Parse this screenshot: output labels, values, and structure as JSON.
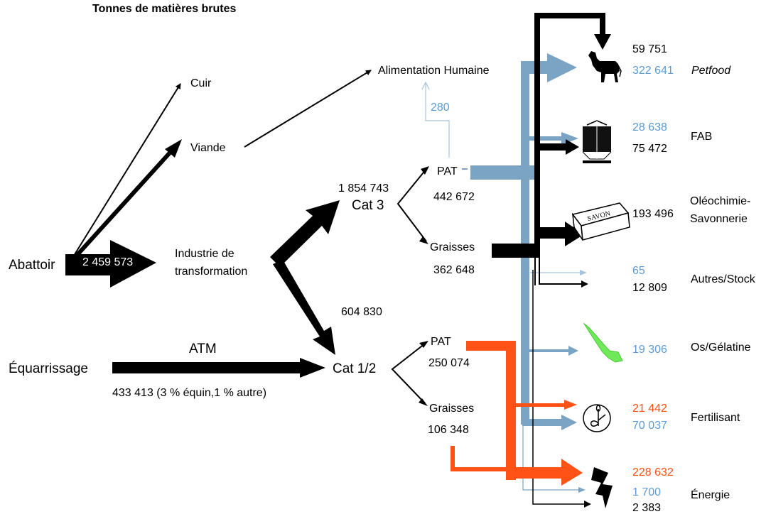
{
  "title": "Tonnes de matières brutes",
  "colors": {
    "cat3_flow": "#7aa3c4",
    "cat12_flow": "#ff5216",
    "black_flow": "#000000",
    "blue_text": "#5b9bd5",
    "orange_text": "#ff4f12"
  },
  "sources": {
    "abattoir": "Abattoir",
    "abattoir_value": "2 459 573",
    "equarrissage": "Équarrissage",
    "atm_label": "ATM",
    "atm_value": "433 413 (3 % équin,1 % autre)"
  },
  "intermediates": {
    "cuir": "Cuir",
    "viande": "Viande",
    "alimentation_humaine": "Alimentation Humaine",
    "alimentation_humaine_value": "280",
    "industrie": "Industrie de",
    "industrie_line2": "transformation",
    "cat3_value": "1 854 743",
    "cat3": "Cat 3",
    "cat12_value": "604 830",
    "cat12": "Cat 1/2"
  },
  "cat3_products": {
    "pat": "PAT",
    "pat_value": "442 672",
    "graisses": "Graisses",
    "graisses_value": "362 648"
  },
  "cat12_products": {
    "pat": "PAT",
    "pat_value": "250 074",
    "graisses": "Graisses",
    "graisses_value": "106 348"
  },
  "destinations": [
    {
      "name": "Petfood",
      "icon": "dog-icon",
      "values": [
        {
          "v": "59 751",
          "c": "black"
        },
        {
          "v": "322 641",
          "c": "blue"
        }
      ]
    },
    {
      "name": "FAB",
      "icon": "silo-truck-icon",
      "values": [
        {
          "v": "28 638",
          "c": "blue"
        },
        {
          "v": "75 472",
          "c": "black"
        }
      ]
    },
    {
      "name": "Oléochimie-",
      "name2": "Savonnerie",
      "icon": "soap-icon",
      "values": [
        {
          "v": "193 496",
          "c": "black"
        }
      ]
    },
    {
      "name": "Autres/Stock",
      "icon": "",
      "values": [
        {
          "v": "65",
          "c": "blue"
        },
        {
          "v": "12 809",
          "c": "black"
        }
      ]
    },
    {
      "name": "Os/Gélatine",
      "icon": "gummy-crocodile-icon",
      "values": [
        {
          "v": "19 306",
          "c": "blue"
        }
      ]
    },
    {
      "name": "Fertilisant",
      "icon": "plant-icon",
      "values": [
        {
          "v": "21 442",
          "c": "orange"
        },
        {
          "v": "70 037",
          "c": "blue"
        }
      ]
    },
    {
      "name": "Énergie",
      "icon": "lightning-icon",
      "values": [
        {
          "v": "228 632",
          "c": "orange"
        },
        {
          "v": "1 700",
          "c": "blue"
        },
        {
          "v": "2 383",
          "c": "black"
        }
      ]
    }
  ]
}
